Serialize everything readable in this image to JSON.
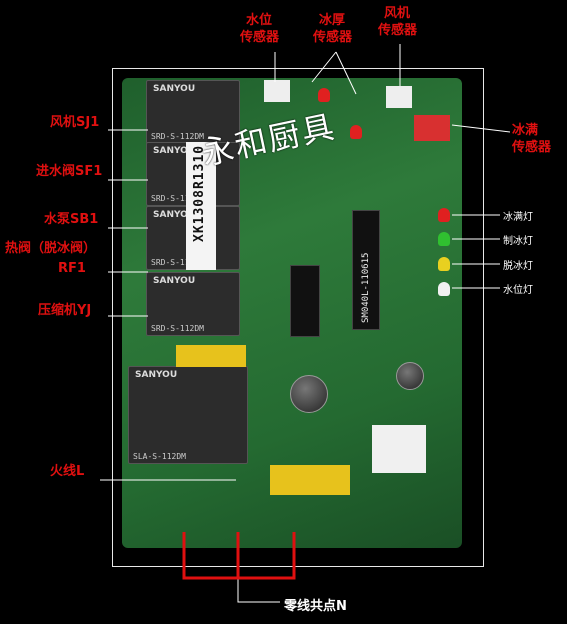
{
  "labels": {
    "top": [
      {
        "line1": "水位",
        "line2": "传感器"
      },
      {
        "line1": "冰厚",
        "line2": "传感器"
      },
      {
        "line1": "风机",
        "line2": "传感器"
      }
    ],
    "right_sensor": {
      "line1": "冰满",
      "line2": "传感器"
    },
    "left": [
      "风机SJ1",
      "进水阀SF1",
      "水泵SB1",
      "热阀（脱冰阀）",
      "RF1",
      "压缩机YJ",
      "火线L"
    ],
    "leds": [
      "冰满灯",
      "制冰灯",
      "脱冰灯",
      "水位灯"
    ],
    "bottom": "零线共点N"
  },
  "board": {
    "watermark": "永和厨具",
    "sticker": "XK1308R1310",
    "chip": "SM040L-110615",
    "relay_model": "SRD-S-112DM",
    "relay_brand": "SANYOU",
    "big_relay_model": "SLA-S-112DM"
  },
  "colors": {
    "label_red": "#e01010",
    "board_green": "#2e7a3a",
    "led_red": "#e02020",
    "led_green": "#30c030",
    "led_yellow": "#e8d020",
    "led_white": "#f0f0f0"
  }
}
